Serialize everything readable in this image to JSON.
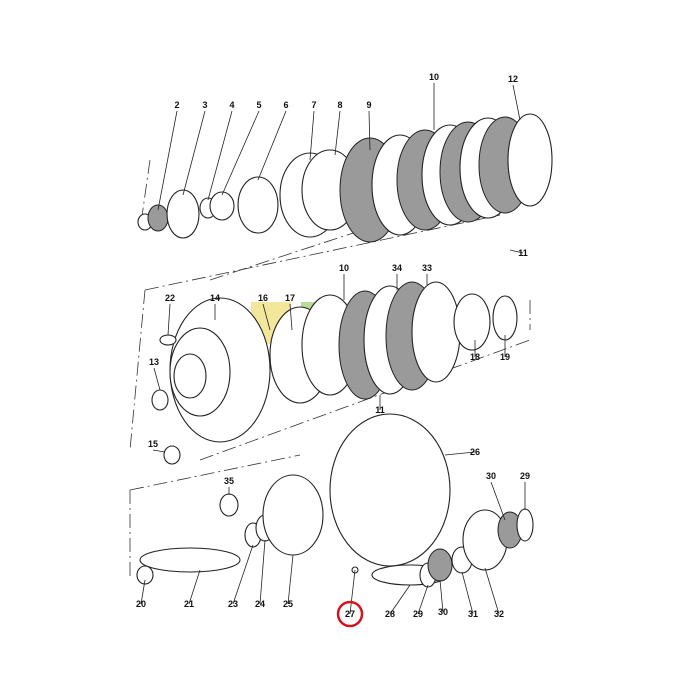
{
  "diagram": {
    "title": "",
    "labels": {
      "top": [
        "2",
        "3",
        "4",
        "5",
        "6",
        "7",
        "8",
        "9",
        "10",
        "12",
        "11"
      ],
      "middle": [
        "10",
        "34",
        "33",
        "22",
        "14",
        "16",
        "17",
        "18",
        "19",
        "13",
        "11",
        "15"
      ],
      "bottom": [
        "26",
        "35",
        "30",
        "29",
        "20",
        "21",
        "23",
        "24",
        "25",
        "27",
        "28",
        "29",
        "30",
        "31",
        "32"
      ]
    },
    "highlighted_part": "27",
    "highlight_color": "#d4141c",
    "watermark_colors": [
      "#e8d44a",
      "#7cc043",
      "#a0653a"
    ]
  }
}
